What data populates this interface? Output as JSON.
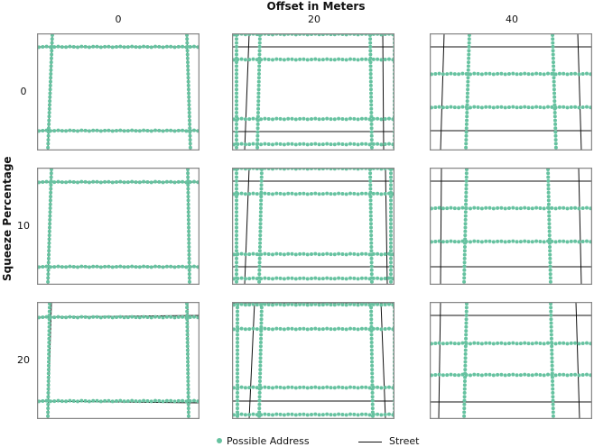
{
  "chart_data": {
    "type": "scatter",
    "title": "Offset in Meters",
    "xlabel": "Offset in Meters",
    "ylabel": "Squeeze Percentage",
    "columns": [
      "0",
      "20",
      "40"
    ],
    "rows": [
      "0",
      "10",
      "20"
    ],
    "legend": [
      {
        "label": "Possible Address",
        "marker": "dot",
        "color": "#66c2a0"
      },
      {
        "label": "Street",
        "marker": "line",
        "color": "#111111"
      }
    ],
    "legend_placement": "bottom"
  }
}
